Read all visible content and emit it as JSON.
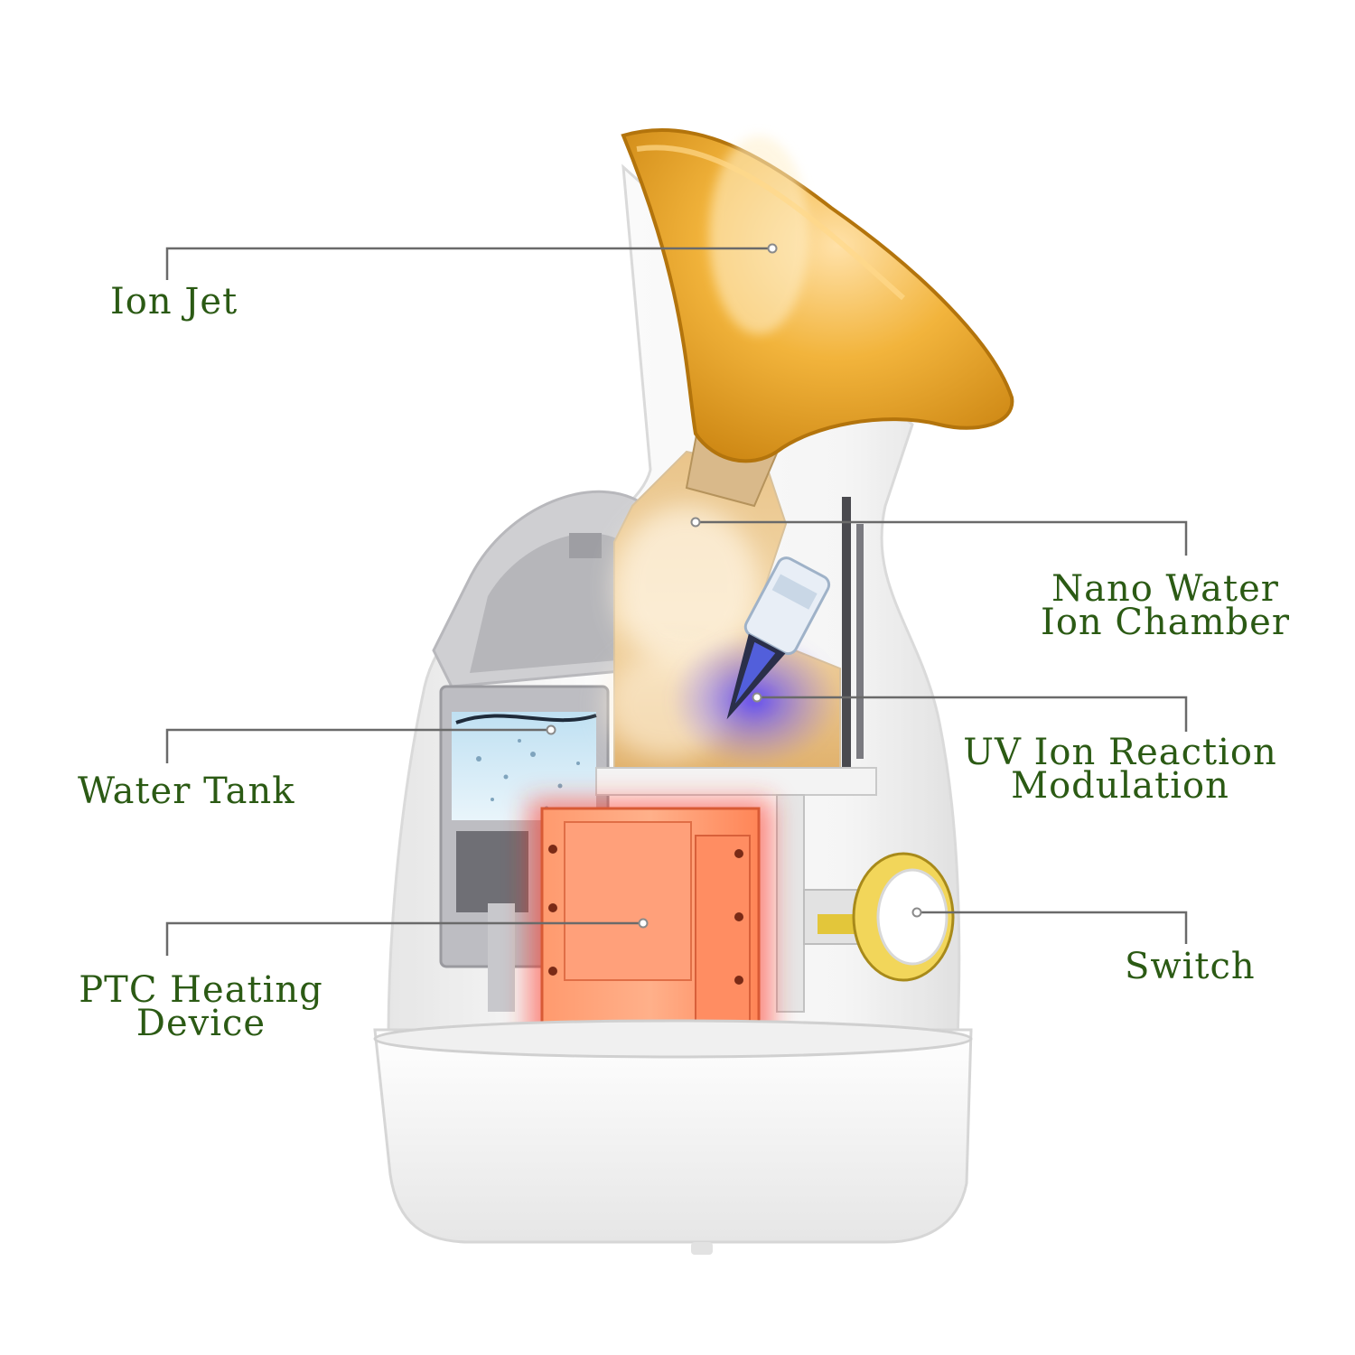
{
  "colors": {
    "label_text": "#2b5a14",
    "leader_line": "#6a6a6a",
    "funnel": "#e8a21c",
    "heater": "#ff7a4e",
    "heater_glow": "#ff2a1a",
    "uv_glow": "#6b5cff",
    "water": "#cfe6f3",
    "body": "#f6f6f6"
  },
  "labels": {
    "ion_jet": "Ion Jet",
    "nano_line1": "Nano Water",
    "nano_line2": "Ion Chamber",
    "water_tank": "Water Tank",
    "uv_line1": "UV Ion Reaction",
    "uv_line2": "Modulation",
    "ptc_line1": "PTC Heating",
    "ptc_line2": "Device",
    "switch": "Switch"
  },
  "parts": [
    "ion-jet",
    "nano-water-ion-chamber",
    "water-tank",
    "uv-ion-reaction-modulation",
    "ptc-heating-device",
    "switch"
  ]
}
